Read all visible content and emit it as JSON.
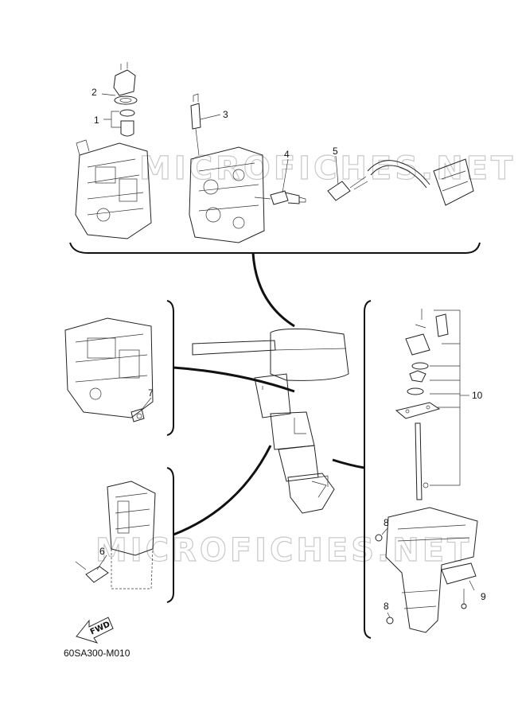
{
  "diagram": {
    "watermark_text": "MICROFICHES.NET",
    "drawing_code": "60SA300-M010",
    "fwd_label": "FWD",
    "callouts": [
      "1",
      "2",
      "3",
      "4",
      "5",
      "6",
      "7",
      "8",
      "8",
      "9",
      "10"
    ]
  }
}
